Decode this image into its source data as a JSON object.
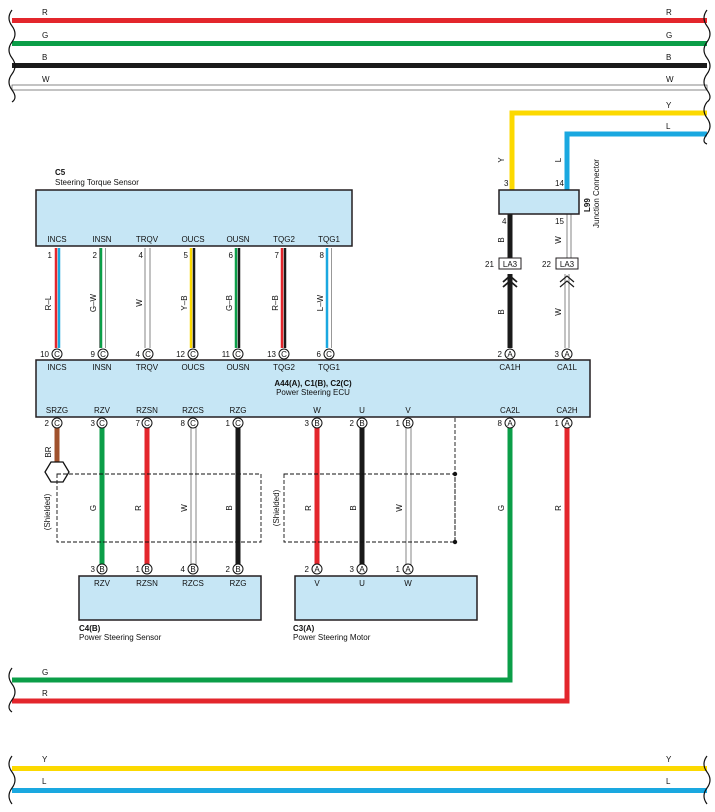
{
  "colors": {
    "R": "#e3262c",
    "G": "#0b9e48",
    "B": "#1a1a1a",
    "W": "#ffffff",
    "Y": "#fcd900",
    "L": "#1aa8e0",
    "BR": "#a0522d",
    "box_fill": "#c6e6f5",
    "outline": "#231f20"
  },
  "bus_top": [
    {
      "label": "R",
      "color": "R"
    },
    {
      "label": "G",
      "color": "G"
    },
    {
      "label": "B",
      "color": "B"
    },
    {
      "label": "W",
      "color": "W"
    }
  ],
  "bus_side": [
    {
      "label": "Y",
      "color": "Y"
    },
    {
      "label": "L",
      "color": "L"
    }
  ],
  "bus_mid": [
    {
      "label": "G",
      "color": "G"
    },
    {
      "label": "R",
      "color": "R"
    }
  ],
  "bus_bottom": [
    {
      "label": "Y",
      "color": "Y"
    },
    {
      "label": "L",
      "color": "L"
    }
  ],
  "components": {
    "torque_sensor": {
      "code": "C5",
      "name": "Steering Torque Sensor",
      "pins": [
        {
          "num": "1",
          "term": "INCS"
        },
        {
          "num": "2",
          "term": "INSN"
        },
        {
          "num": "4",
          "term": "TRQV"
        },
        {
          "num": "5",
          "term": "OUCS"
        },
        {
          "num": "6",
          "term": "OUSN"
        },
        {
          "num": "7",
          "term": "TQG2"
        },
        {
          "num": "8",
          "term": "TQG1"
        }
      ]
    },
    "junction": {
      "code": "L99",
      "name": "Junction Connector",
      "pins_top": [
        "3",
        "14"
      ],
      "pins_bottom": [
        "4",
        "15"
      ]
    },
    "ecu": {
      "code": "A44(A), C1(B), C2(C)",
      "name": "Power Steering ECU",
      "pins_top": [
        {
          "num": "10",
          "conn": "C",
          "term": "INCS"
        },
        {
          "num": "9",
          "conn": "C",
          "term": "INSN"
        },
        {
          "num": "4",
          "conn": "C",
          "term": "TRQV"
        },
        {
          "num": "12",
          "conn": "C",
          "term": "OUCS"
        },
        {
          "num": "11",
          "conn": "C",
          "term": "OUSN"
        },
        {
          "num": "13",
          "conn": "C",
          "term": "TQG2"
        },
        {
          "num": "6",
          "conn": "C",
          "term": "TQG1"
        },
        {
          "num": "2",
          "conn": "A",
          "term": "CA1H"
        },
        {
          "num": "3",
          "conn": "A",
          "term": "CA1L"
        }
      ],
      "pins_bottom": [
        {
          "num": "2",
          "conn": "C",
          "term": "SRZG"
        },
        {
          "num": "3",
          "conn": "C",
          "term": "RZV"
        },
        {
          "num": "7",
          "conn": "C",
          "term": "RZSN"
        },
        {
          "num": "8",
          "conn": "C",
          "term": "RZCS"
        },
        {
          "num": "1",
          "conn": "C",
          "term": "RZG"
        },
        {
          "num": "3",
          "conn": "B",
          "term": "W"
        },
        {
          "num": "2",
          "conn": "B",
          "term": "U"
        },
        {
          "num": "1",
          "conn": "B",
          "term": "V"
        },
        {
          "num": "8",
          "conn": "A",
          "term": "CA2L"
        },
        {
          "num": "1",
          "conn": "A",
          "term": "CA2H"
        }
      ]
    },
    "ps_sensor": {
      "code": "C4(B)",
      "name": "Power Steering Sensor",
      "pins": [
        {
          "num": "3",
          "conn": "B",
          "term": "RZV"
        },
        {
          "num": "1",
          "conn": "B",
          "term": "RZSN"
        },
        {
          "num": "4",
          "conn": "B",
          "term": "RZCS"
        },
        {
          "num": "2",
          "conn": "B",
          "term": "RZG"
        }
      ]
    },
    "ps_motor": {
      "code": "C3(A)",
      "name": "Power Steering Motor",
      "pins": [
        {
          "num": "2",
          "conn": "A",
          "term": "V"
        },
        {
          "num": "3",
          "conn": "A",
          "term": "U"
        },
        {
          "num": "1",
          "conn": "A",
          "term": "W"
        }
      ]
    }
  },
  "wires": {
    "sensor_to_ecu": [
      "R–L",
      "G–W",
      "W",
      "Y–B",
      "G–B",
      "R–B",
      "L–W"
    ],
    "junction_left": [
      "Y",
      "B",
      "B"
    ],
    "junction_right": [
      "L",
      "W",
      "W"
    ],
    "ecu_to_sensor": [
      "BR",
      "G",
      "R",
      "W",
      "B"
    ],
    "ecu_to_motor": [
      "R",
      "B",
      "W"
    ],
    "ca2": [
      "G",
      "R"
    ]
  },
  "connectors": {
    "la3": "LA3",
    "la3_left_pin": "21",
    "la3_right_pin": "22"
  },
  "shield_label": "(Shielded)"
}
